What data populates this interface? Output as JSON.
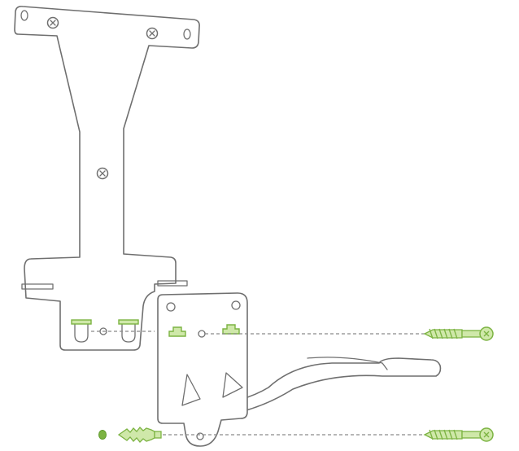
{
  "diagram": {
    "colors": {
      "outline": "#6f6f6f",
      "accent_green": "#7cb342",
      "accent_green_fill": "#cfe8a9",
      "guide_line": "#8a8a8a",
      "background": "#ffffff"
    },
    "parts": [
      "mounting-plate",
      "upper-wall-bracket",
      "curved-arm",
      "wood-screw",
      "wall-anchor",
      "drill-hole-marker"
    ]
  }
}
